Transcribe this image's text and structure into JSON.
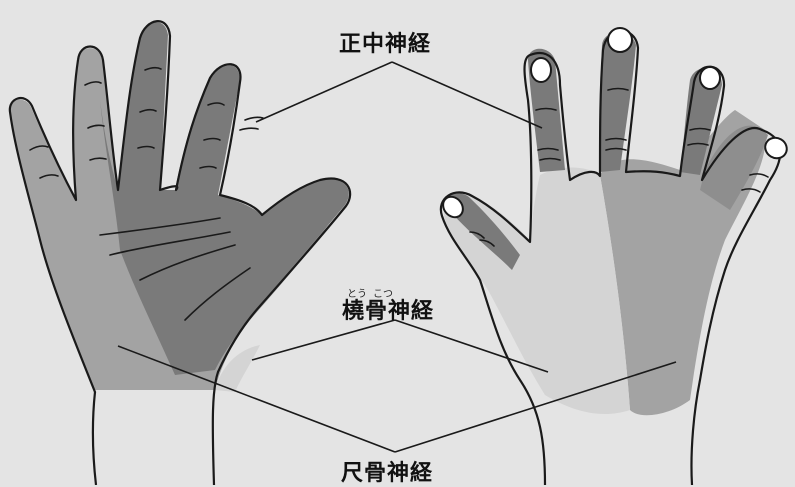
{
  "labels": {
    "median_nerve": "正中神経",
    "radial_nerve": "橈骨神経",
    "radial_nerve_ruby_1": "とう",
    "radial_nerve_ruby_2": "こつ",
    "ulnar_nerve": "尺骨神経"
  },
  "colors": {
    "background": "#e4e4e4",
    "median_region": "#7a7a7a",
    "ulnar_region": "#a3a3a3",
    "radial_region": "#d4d4d4",
    "outline": "#1a1a1a"
  }
}
